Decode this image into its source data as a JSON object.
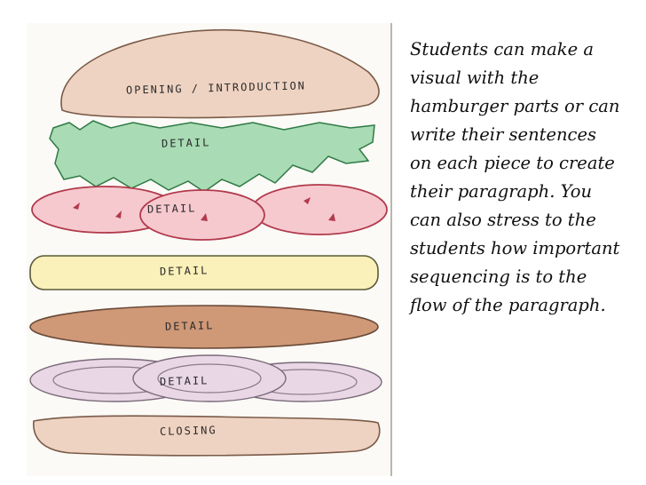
{
  "caption": "Students can make a visual with the hamburger parts or can write their sentences on each piece to create their paragraph. You can also stress to the students how important sequencing is to the flow of the paragraph.",
  "layers": {
    "top_bun": "OPENING / INTRODUCTION",
    "lettuce": "DETAIL",
    "tomato": "DETAIL",
    "cheese": "DETAIL",
    "patty": "DETAIL",
    "onion": "DETAIL",
    "bottom_bun": "CLOSING"
  },
  "colors": {
    "bun": "#efd3c2",
    "lettuce": "#a9dbb4",
    "tomato": "#f6c9cf",
    "cheese": "#faf0b9",
    "patty": "#cf9877",
    "onion": "#ead7e6"
  }
}
